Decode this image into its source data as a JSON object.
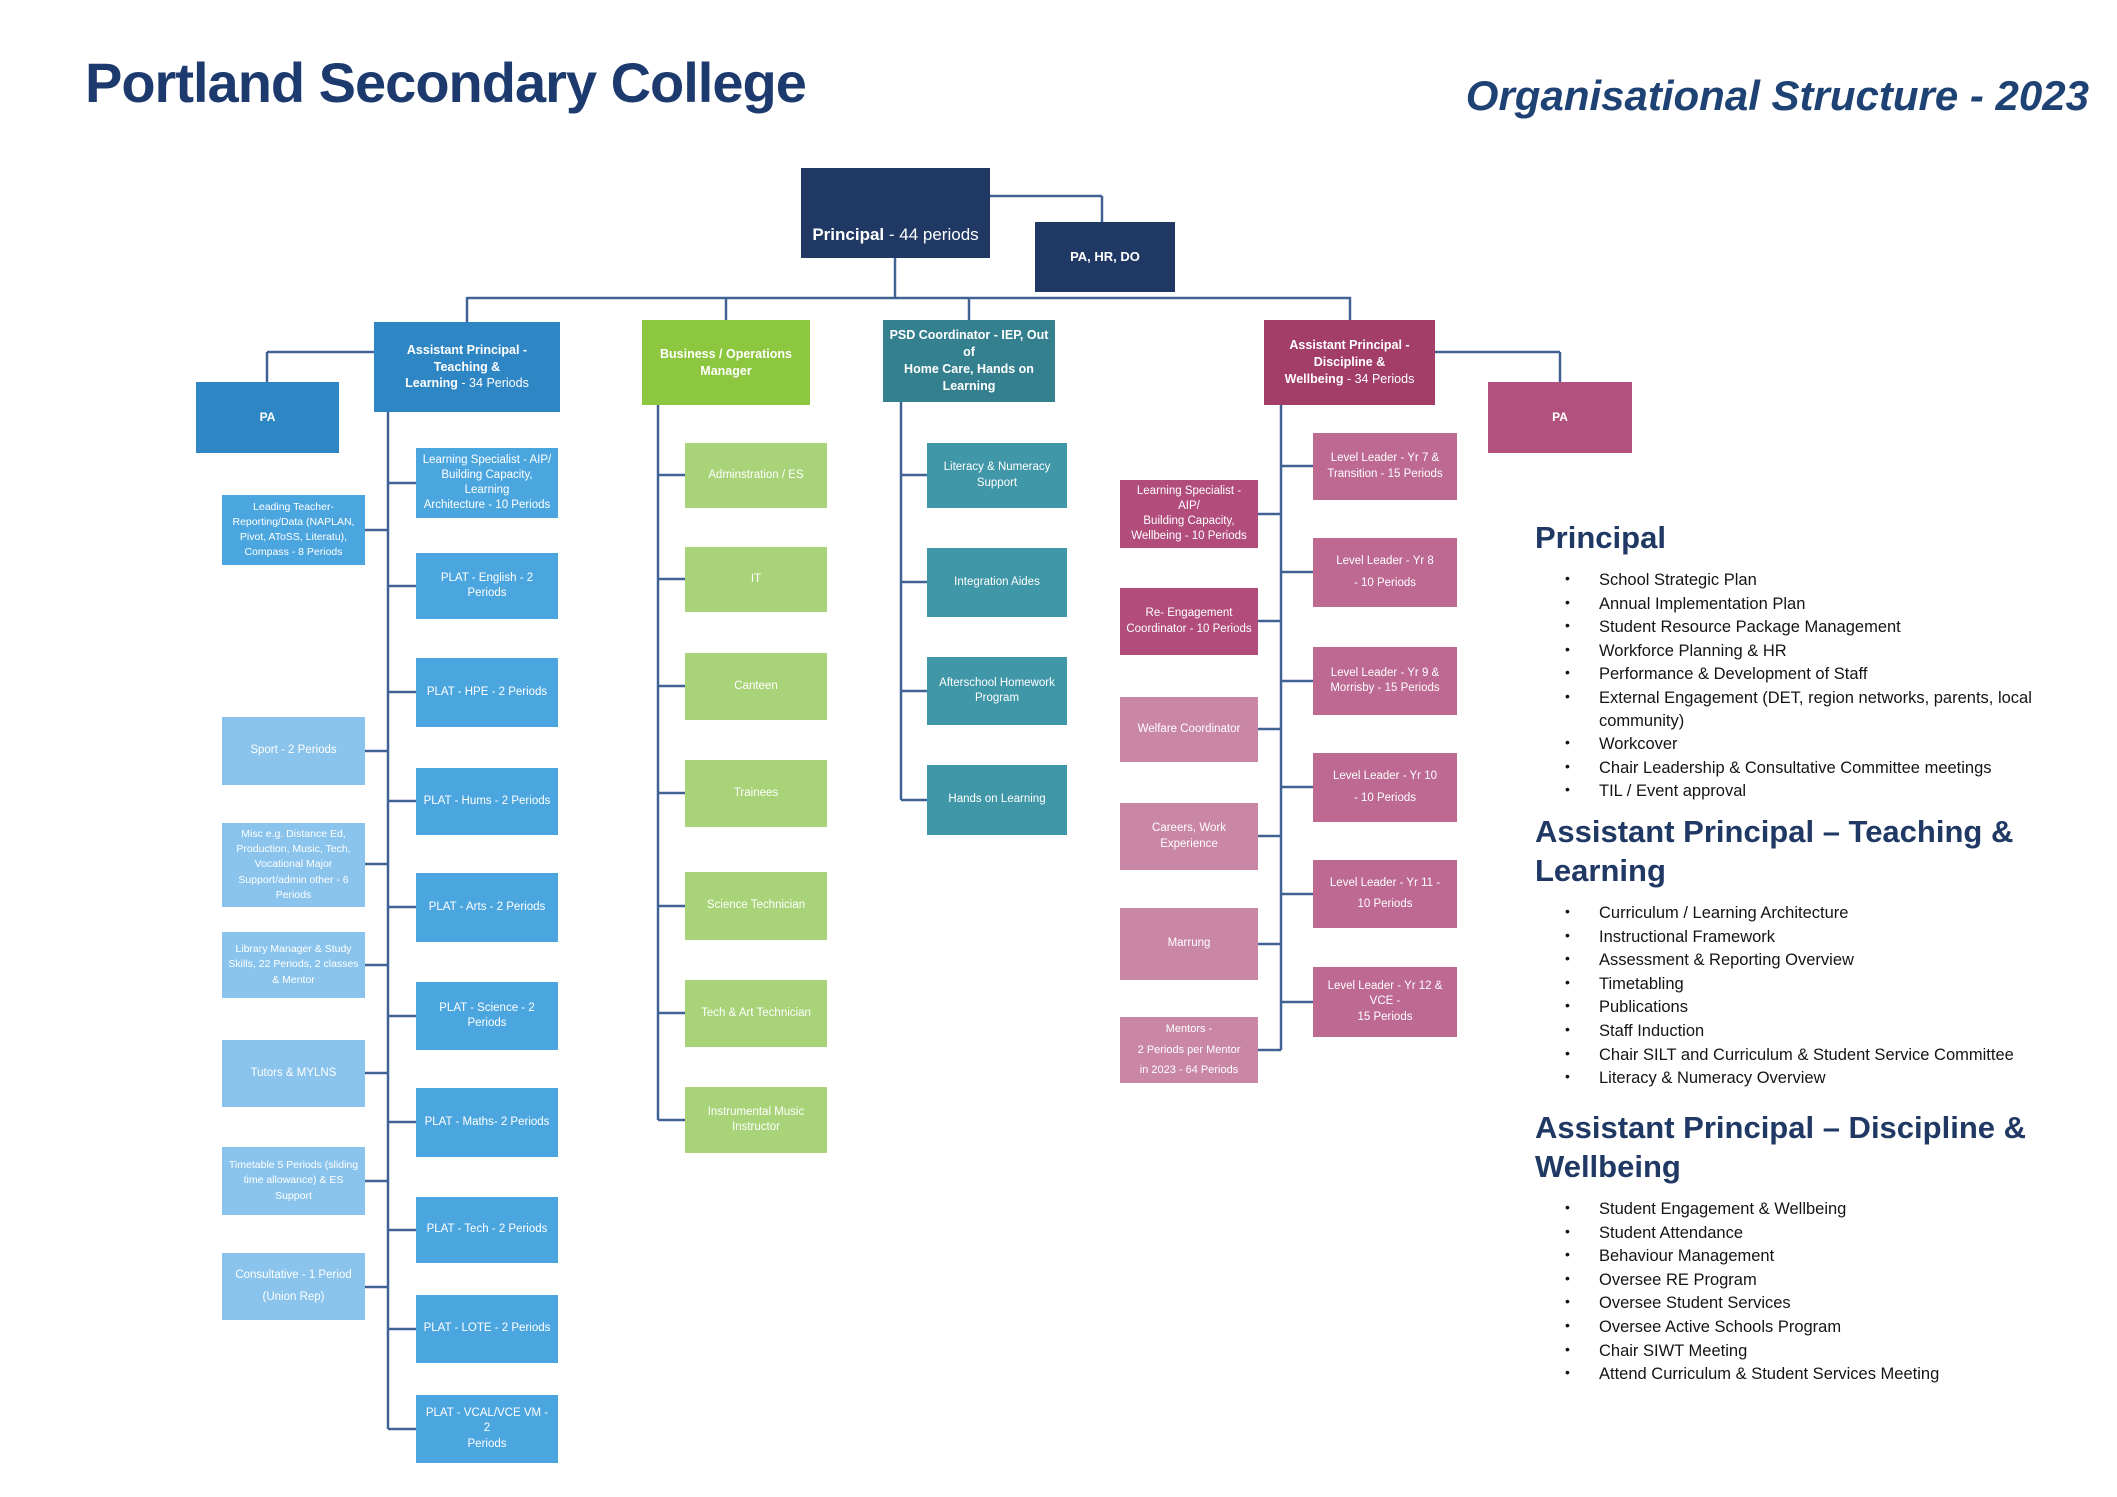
{
  "header": {
    "title": "Portland Secondary College",
    "subtitle": "Organisational Structure - 2023"
  },
  "colors": {
    "navy": "#1F3864",
    "connector": "#416394",
    "blue_header": "#2E86C4",
    "blue_mid": "#4BA6DF",
    "blue_light": "#8AC4EC",
    "green_header": "#8DC63F",
    "green_light": "#A9D378",
    "teal_header": "#35808F",
    "teal_light": "#4097A8",
    "maroon": "#A23E68",
    "pink_dark": "#B14C7B",
    "pink_light": "#C987A5",
    "pink_mid": "#BD6991"
  },
  "org": {
    "principal": {
      "bold": "Principal",
      "rest": " - 44 periods"
    },
    "pa_hr_do": "PA, HR, DO",
    "pa_left": "PA",
    "pa_right": "PA",
    "branch_teaching": {
      "bold": "Assistant Principal - Teaching &\nLearning",
      "rest": " - 34 Periods"
    },
    "branch_operations": {
      "bold": "Business / Operations Manager",
      "rest": ""
    },
    "branch_psd": {
      "bold": "PSD Coordinator - IEP, Out of\nHome Care, Hands on Learning",
      "rest": ""
    },
    "branch_wellbeing": {
      "bold": "Assistant Principal - Discipline &\nWellbeing",
      "rest": " - 34 Periods"
    },
    "leading_roles": [
      "Leading Teacher-\nReporting/Data (NAPLAN,\nPivot, AToSS, Literatu),\nCompass - 8 Periods",
      "Sport - 2 Periods",
      "Misc e.g. Distance Ed,\nProduction, Music, Tech,\nVocational Major\nSupport/admin other - 6\nPeriods",
      "Library Manager  & Study\nSkills, 22 Periods, 2 classes\n& Mentor",
      "Tutors & MYLNS",
      "Timetable 5 Periods (sliding\ntime allowance) & ES\nSupport",
      "Consultative - 1 Period\n(Union Rep)"
    ],
    "plat": [
      "Learning Specialist - AIP/\nBuilding Capacity, Learning\nArchitecture - 10 Periods",
      "PLAT - English - 2 Periods",
      "PLAT - HPE  - 2 Periods",
      "PLAT - Hums - 2 Periods",
      "PLAT - Arts - 2 Periods",
      "PLAT - Science - 2 Periods",
      "PLAT - Maths- 2 Periods",
      "PLAT - Tech - 2 Periods",
      "PLAT - LOTE - 2 Periods",
      "PLAT - VCAL/VCE VM - 2\nPeriods"
    ],
    "operations": [
      "Adminstration / ES",
      "IT",
      "Canteen",
      "Trainees",
      "Science Technician",
      "Tech & Art Technician",
      "Instrumental Music\nInstructor"
    ],
    "psd": [
      "Literacy & Numeracy\nSupport",
      "Integration Aides",
      "Afterschool Homework\nProgram",
      "Hands on Learning"
    ],
    "wellbeing": [
      "Learning Specialist - AIP/\nBuilding Capacity,\nWellbeing - 10 Periods",
      "Re- Engagement\nCoordinator - 10 Periods",
      "Welfare Coordinator",
      "Careers, Work Experience",
      "Marrung",
      "Mentors -\n2 Periods per Mentor\nin 2023 - 64 Periods"
    ],
    "level_leaders": [
      "Level Leader - Yr 7 &\nTransition - 15 Periods",
      "Level Leader - Yr 8\n- 10 Periods",
      "Level Leader - Yr 9 &\nMorrisby - 15 Periods",
      "Level Leader - Yr 10\n- 10 Periods",
      "Level Leader - Yr 11 -\n10 Periods",
      "Level Leader - Yr 12 & VCE -\n15 Periods"
    ]
  },
  "sections": {
    "principal": {
      "heading": "Principal",
      "bullets": [
        "School Strategic Plan",
        "Annual Implementation Plan",
        "Student Resource Package Management",
        "Workforce Planning & HR",
        "Performance & Development of Staff",
        "External Engagement (DET, region networks, parents, local community)",
        "Workcover",
        "Chair Leadership & Consultative Committee meetings",
        "TIL / Event approval"
      ]
    },
    "teaching": {
      "heading": "Assistant Principal – Teaching &\nLearning",
      "bullets": [
        "Curriculum / Learning Architecture",
        "Instructional Framework",
        "Assessment & Reporting Overview",
        "Timetabling",
        "Publications",
        "Staff Induction",
        "Chair SILT and Curriculum & Student Service Committee",
        "Literacy & Numeracy Overview"
      ]
    },
    "wellbeing": {
      "heading": "Assistant Principal – Discipline &\nWellbeing",
      "bullets": [
        "Student Engagement & Wellbeing",
        "Student Attendance",
        "Behaviour Management",
        "Oversee RE Program",
        "Oversee Student Services",
        "Oversee Active Schools Program",
        "Chair SIWT Meeting",
        "Attend Curriculum & Student Services Meeting"
      ]
    }
  }
}
